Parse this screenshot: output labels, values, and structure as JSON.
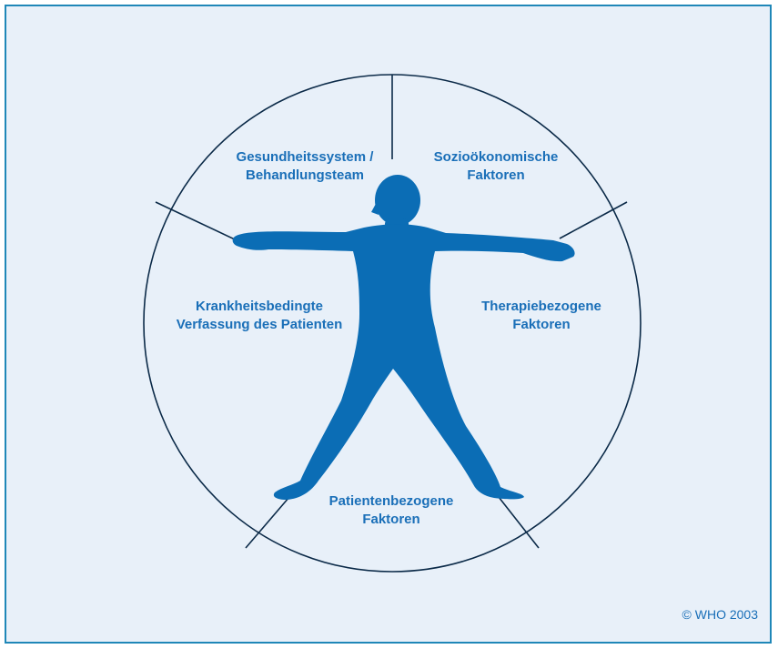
{
  "diagram": {
    "colors": {
      "background": "#e8f0f9",
      "border": "#1f87b8",
      "figure": "#0b6db5",
      "lines": "#0b2a48",
      "text": "#1a6fb8"
    },
    "segments": [
      {
        "id": "health-system",
        "line1": "Gesundheitssystem /",
        "line2": "Behandlungsteam"
      },
      {
        "id": "socio-economic",
        "line1": "Sozioökonomische",
        "line2": "Faktoren"
      },
      {
        "id": "condition",
        "line1": "Krankheitsbedingte",
        "line2": "Verfassung des Patienten"
      },
      {
        "id": "therapy",
        "line1": "Therapiebezogene",
        "line2": "Faktoren"
      },
      {
        "id": "patient",
        "line1": "Patientenbezogene",
        "line2": "Faktoren"
      }
    ],
    "copyright": "© WHO 2003"
  }
}
